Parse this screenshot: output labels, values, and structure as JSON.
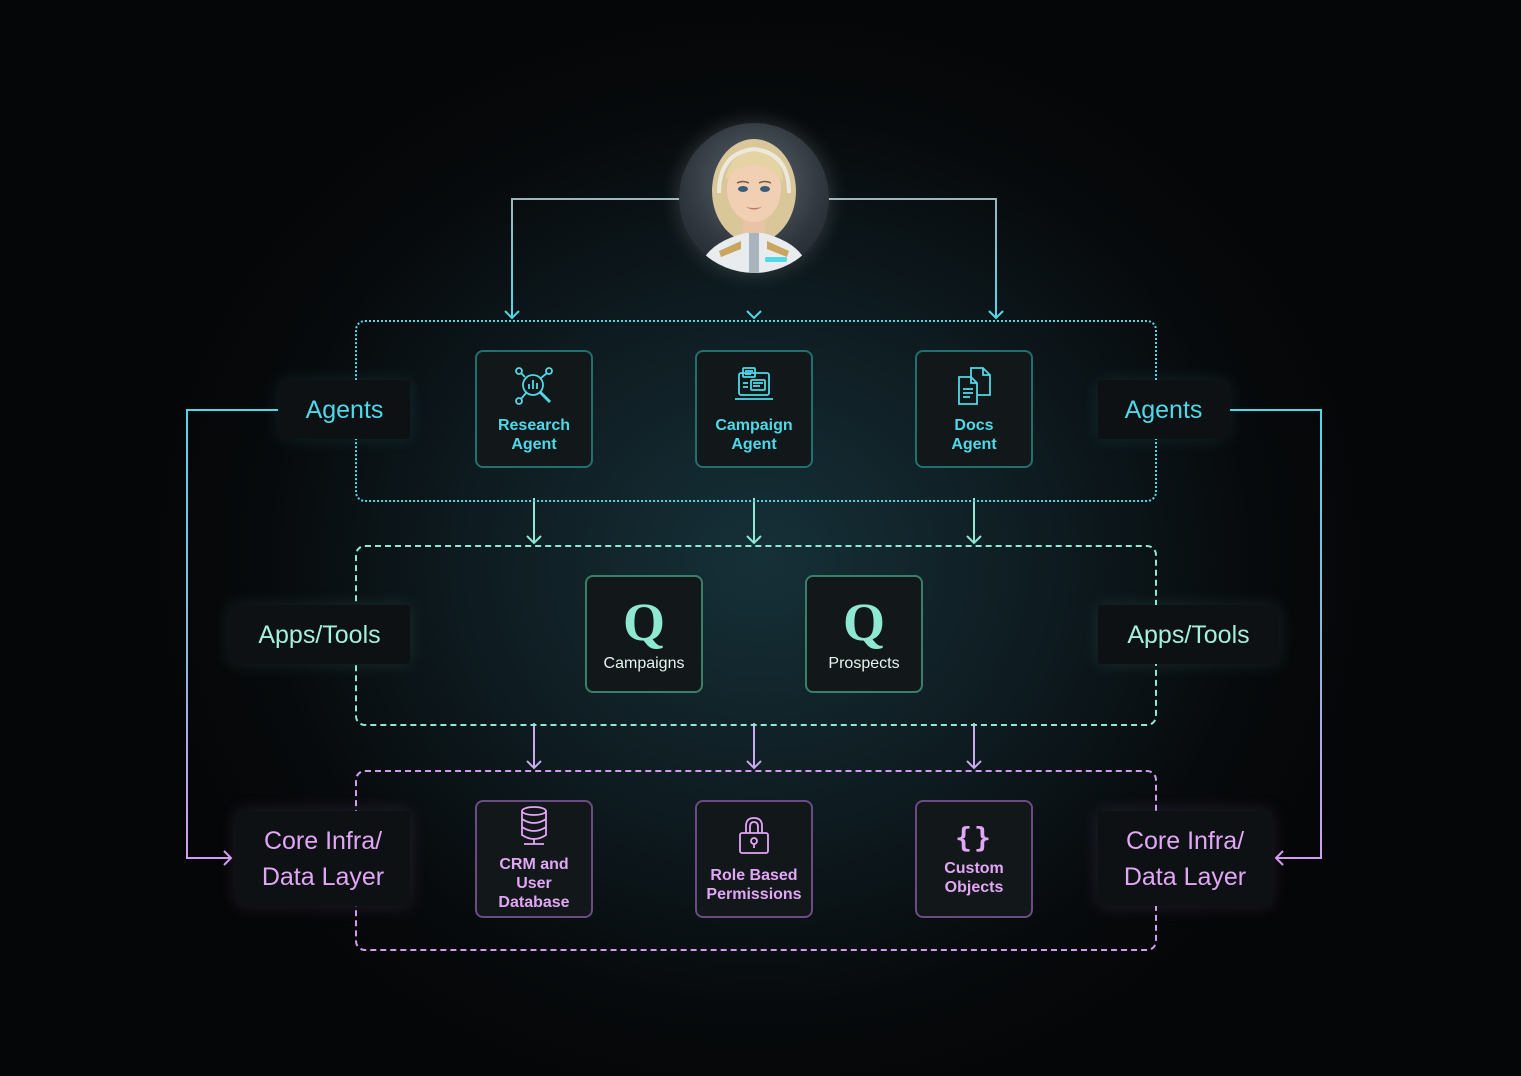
{
  "layers": {
    "agents": {
      "label": "Agents"
    },
    "apps": {
      "label": "Apps/Tools"
    },
    "core": {
      "label_line1": "Core Infra/",
      "label_line2": "Data Layer"
    }
  },
  "agents": [
    {
      "line1": "Research",
      "line2": "Agent",
      "icon": "research-icon"
    },
    {
      "line1": "Campaign",
      "line2": "Agent",
      "icon": "campaign-icon"
    },
    {
      "line1": "Docs",
      "line2": "Agent",
      "icon": "docs-icon"
    }
  ],
  "apps": [
    {
      "label": "Campaigns",
      "glyph": "Q",
      "icon": "q-logo-icon"
    },
    {
      "label": "Prospects",
      "glyph": "Q",
      "icon": "q-logo-icon"
    }
  ],
  "core": [
    {
      "lines": [
        "CRM and",
        "User",
        "Database"
      ],
      "icon": "database-icon"
    },
    {
      "lines": [
        "Role Based",
        "Permissions"
      ],
      "icon": "lock-icon"
    },
    {
      "lines": [
        "Custom",
        "Objects"
      ],
      "glyph": "{}",
      "icon": "braces-icon"
    }
  ],
  "colors": {
    "agents": "#4fd8e8",
    "apps": "#8ee8d2",
    "core": "#d49cf0",
    "connector_top": "#9fb4bb",
    "background": "#070a0c"
  }
}
